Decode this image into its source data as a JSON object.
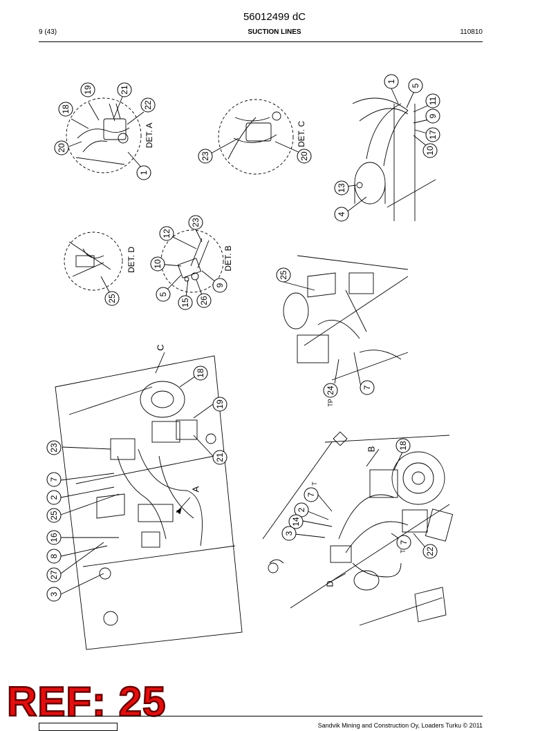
{
  "header": {
    "doc_number": "56012499 dC",
    "page": "9 (43)",
    "section_title": "SUCTION LINES",
    "date_code": "110810"
  },
  "views": {
    "det_a": {
      "label": "DET. A",
      "callouts": [
        "19",
        "21",
        "22",
        "18",
        "20",
        "1"
      ]
    },
    "det_c": {
      "label": "DET. C",
      "callouts": [
        "23",
        "20"
      ]
    },
    "pump_view": {
      "callouts": [
        "1",
        "5",
        "11",
        "9",
        "17",
        "10",
        "13",
        "4"
      ]
    },
    "det_d": {
      "label": "DET. D",
      "callouts": [
        "25"
      ]
    },
    "det_b": {
      "label": "DET. B",
      "callouts": [
        "12",
        "23",
        "10",
        "5",
        "15",
        "26",
        "9"
      ]
    },
    "valve_view": {
      "callouts": [
        "25",
        "24",
        "7"
      ],
      "tp_label": "TP"
    },
    "main_view_left": {
      "section_letters": [
        "C",
        "A"
      ],
      "callouts": [
        "18",
        "19",
        "21",
        "23",
        "7",
        "2",
        "25",
        "16",
        "8",
        "27",
        "3"
      ]
    },
    "main_view_right": {
      "section_letters": [
        "B",
        "D"
      ],
      "callouts": [
        "18",
        "7",
        "2",
        "14",
        "3",
        "7",
        "22"
      ],
      "t_labels": [
        "T",
        "T"
      ]
    }
  },
  "stamp": {
    "text": "REF: 25",
    "color": "#e01010"
  },
  "footer": {
    "copyright": "Sandvik Mining and Construction Oy, Loaders Turku © 2011"
  }
}
